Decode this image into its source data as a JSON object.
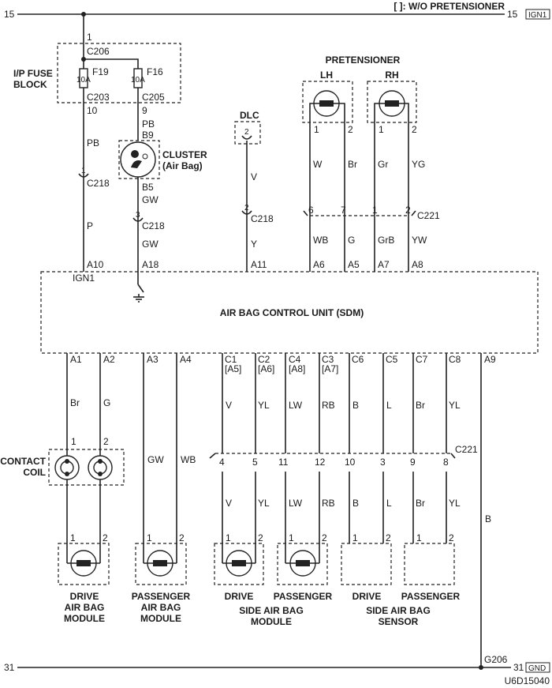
{
  "header": {
    "note": "[ ]: W/O PRETENSIONER",
    "left_terminal": "15",
    "right_terminal": "15",
    "right_badge": "IGN1"
  },
  "footer": {
    "left_terminal": "31",
    "right_terminal": "31",
    "right_badge": "GND",
    "ground": "G206",
    "diagram_code": "U6D15040"
  },
  "fuse_block": {
    "label1": "I/P FUSE",
    "label2": "BLOCK",
    "pin_top": "1",
    "conn_top": "C206",
    "f1": "F19",
    "f1_rating": "10A",
    "f2": "F16",
    "f2_rating": "10A",
    "conn_left": "C203",
    "pin_left": "10",
    "conn_right": "C205",
    "pin_right": "9"
  },
  "left_wire": {
    "color1": "PB",
    "pin": "1",
    "conn": "C218",
    "color2": "P",
    "sdm_pin": "A10",
    "sdm_label": "IGN1"
  },
  "cluster": {
    "label1": "CLUSTER",
    "label2": "(Air Bag)",
    "color_in": "PB",
    "pin_in": "B9",
    "pin_out": "B5",
    "color_out": "GW",
    "pin_c218": "3",
    "conn": "C218",
    "color2": "GW",
    "sdm_pin": "A18"
  },
  "dlc": {
    "label": "DLC",
    "pin": "2",
    "color1": "V",
    "c218_pin": "2",
    "conn": "C218",
    "color2": "Y",
    "sdm_pin": "A11"
  },
  "pretensioner": {
    "title": "PRETENSIONER",
    "lh": "LH",
    "rh": "RH",
    "pins": [
      "1",
      "2",
      "1",
      "2"
    ],
    "colors_upper": [
      "W",
      "Br",
      "Gr",
      "YG"
    ],
    "c221_pins": [
      "6",
      "7",
      "1",
      "2"
    ],
    "conn": "C221",
    "colors_lower": [
      "WB",
      "G",
      "GrB",
      "YW"
    ],
    "sdm_pins": [
      "A6",
      "A5",
      "A7",
      "A8"
    ]
  },
  "sdm": {
    "title": "AIR BAG CONTROL UNIT (SDM)"
  },
  "bottom": {
    "sdm_pins": [
      "A1",
      "A2",
      "A3",
      "A4",
      "C1",
      "C2",
      "C4",
      "C3",
      "C6",
      "C5",
      "C7",
      "C8",
      "A9"
    ],
    "alt_pins": [
      "[A5]",
      "[A6]",
      "[A8]",
      "[A7]"
    ],
    "colors_upper": [
      "Br",
      "G",
      "V",
      "YL",
      "LW",
      "RB",
      "B",
      "L",
      "Br",
      "YL"
    ],
    "coil_pins": [
      "1",
      "2"
    ],
    "coil_label1": "CONTACT",
    "coil_label2": "COIL",
    "pass_colors": [
      "GW",
      "WB"
    ],
    "c221_pins": [
      "4",
      "5",
      "11",
      "12",
      "10",
      "3",
      "9",
      "8"
    ],
    "conn": "C221",
    "colors_lower": [
      "V",
      "YL",
      "LW",
      "RB",
      "B",
      "L",
      "Br",
      "YL"
    ],
    "ground_color": "B",
    "module_pins": [
      "1",
      "2"
    ],
    "labels": {
      "drive_ab": [
        "DRIVE",
        "AIR BAG",
        "MODULE"
      ],
      "pass_ab": [
        "PASSENGER",
        "AIR BAG",
        "MODULE"
      ],
      "side_drive": "DRIVE",
      "side_pass": "PASSENGER",
      "side_module": [
        "SIDE AIR BAG",
        "MODULE"
      ],
      "sensor_drive": "DRIVE",
      "sensor_pass": "PASSENGER",
      "sensor": [
        "SIDE AIR BAG",
        "SENSOR"
      ]
    }
  }
}
